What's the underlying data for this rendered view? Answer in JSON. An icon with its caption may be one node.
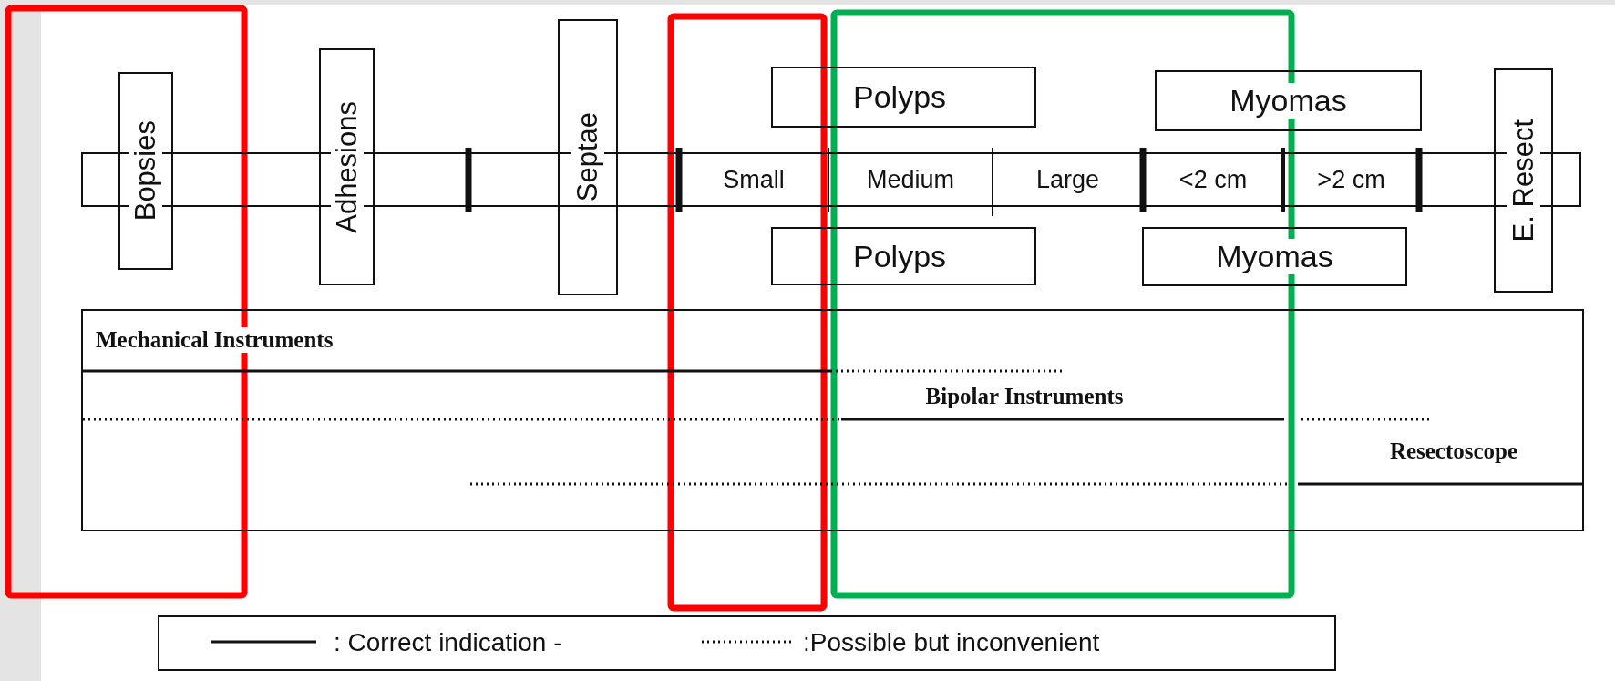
{
  "diagram": {
    "nodes": [
      {
        "text": [
          "Bopsies"
        ]
      },
      {
        "text": [
          "Adhesions"
        ]
      },
      {
        "text": [
          "Septae"
        ]
      },
      {
        "text": [
          "Polyps"
        ]
      },
      {
        "text": [
          "Myomas"
        ]
      },
      {
        "text": [
          "E. Resect"
        ]
      },
      {
        "text": [],
        "shape": "bar"
      },
      {
        "text": [
          "Small"
        ],
        "in": 6
      },
      {
        "text": [
          "Medium"
        ],
        "in": 6
      },
      {
        "text": [
          "Large"
        ],
        "in": 6
      },
      {
        "text": [
          "<2 cm"
        ],
        "in": 6
      },
      {
        "text": [
          ">2 cm"
        ],
        "in": 6
      },
      {
        "text": [
          "Polyps"
        ]
      },
      {
        "text": [
          "Myomas"
        ]
      },
      {
        "text": [
          "Mechanical Instruments",
          "Bipolar Instruments",
          "Resectoscope"
        ]
      }
    ],
    "legend": [
      {
        "text": ": Correct indication -"
      },
      {
        "text": ":Possible but inconvenient"
      }
    ]
  }
}
